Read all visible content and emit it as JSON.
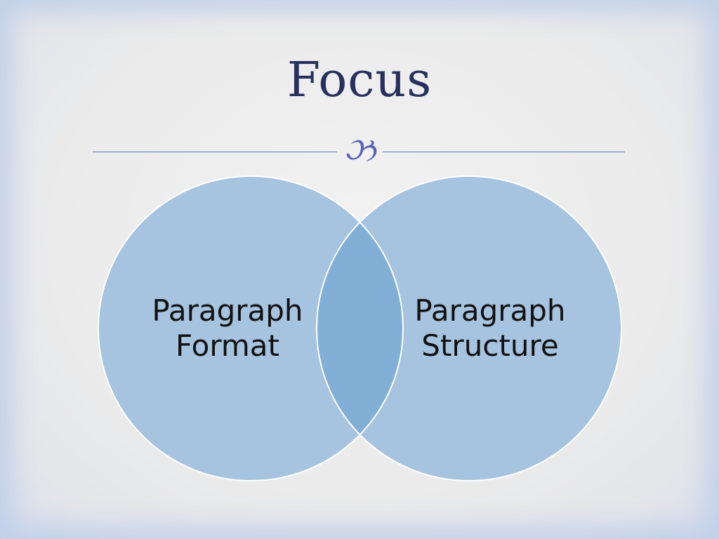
{
  "slide": {
    "title": "Focus",
    "ornament": "ઝ"
  },
  "venn": {
    "left_label": [
      "Paragraph",
      "Format"
    ],
    "right_label": [
      "Paragraph",
      "Structure"
    ]
  },
  "colors": {
    "title": "#28305e",
    "divider": "#6670b8",
    "circle_fill": "#a6c3df",
    "overlap_fill": "#82afd6",
    "circle_stroke": "#ffffff"
  }
}
